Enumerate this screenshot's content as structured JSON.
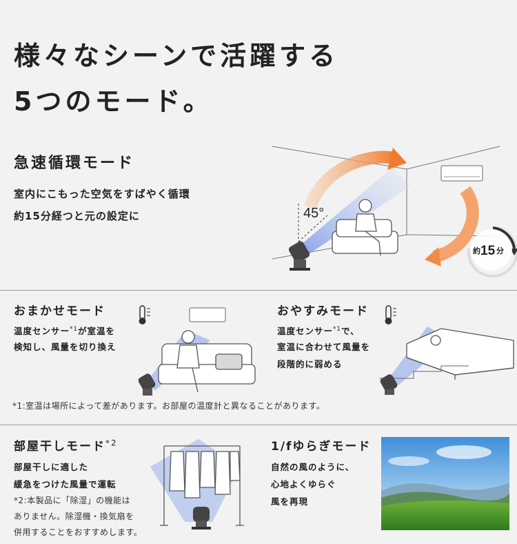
{
  "headline": {
    "line1": "様々なシーンで活躍する",
    "line2": "5つのモード。"
  },
  "rapid_mode": {
    "title": "急速循環モード",
    "desc_line1": "室内にこもった空気をすばやく循環",
    "desc_line2": "約15分経つと元の設定に",
    "angle_label": "45°",
    "timer_prefix": "約",
    "timer_value": "15",
    "timer_unit": "分"
  },
  "omakase_mode": {
    "title": "おまかせモード",
    "desc_line1": "温度センサー",
    "desc_mark": "*1",
    "desc_line1_suffix": "が室温を",
    "desc_line2": "検知し、風量を切り換え"
  },
  "oyasumi_mode": {
    "title": "おやすみモード",
    "desc_line1": "温度センサー",
    "desc_mark": "*1",
    "desc_line1_suffix": "で、",
    "desc_line2": "室温に合わせて風量を",
    "desc_line3": "段階的に弱める"
  },
  "footnote1": "*1:室温は場所によって差があります。お部屋の温度計と異なることがあります。",
  "heya_mode": {
    "title": "部屋干しモード",
    "title_mark": "*2",
    "desc_line1": "部屋干しに適した",
    "desc_line2": "緩急をつけた風量で運転",
    "note_line1": "*2:本製品に「除湿」の機能は",
    "note_line2": "ありません。除湿機・換気扇を",
    "note_line3": "併用することをおすすめします。"
  },
  "yuragi_mode": {
    "title": "1/fゆらぎモード",
    "desc_line1": "自然の風のように、",
    "desc_line2": "心地よくゆらぐ",
    "desc_line3": "風を再現"
  },
  "colors": {
    "background": "#f2f2f2",
    "text": "#222222",
    "airflow_orange": "#f08a45",
    "airflow_blue": "#5b7fe0",
    "line_art": "#555555"
  },
  "icons": [
    "thermometer-icon",
    "timer-arrow-icon",
    "fan-icon"
  ]
}
